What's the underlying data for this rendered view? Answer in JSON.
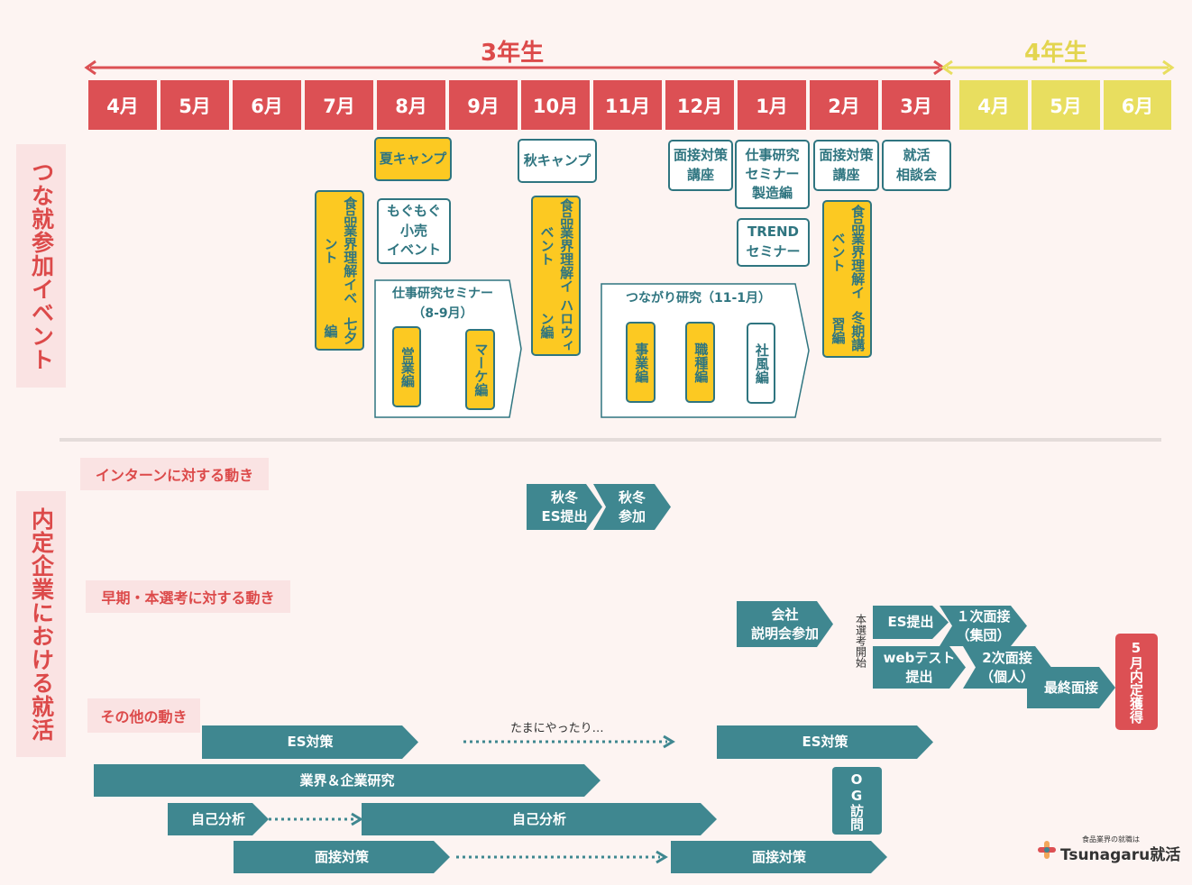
{
  "header": {
    "year3": "3年生",
    "year4": "4年生",
    "months3": [
      "4月",
      "5月",
      "6月",
      "7月",
      "8月",
      "9月",
      "10月",
      "11月",
      "12月",
      "1月",
      "2月",
      "3月"
    ],
    "months4": [
      "4月",
      "5月",
      "6月"
    ]
  },
  "sections": {
    "events_title": "つな就参加イベント",
    "offer_title": "内定企業における就活"
  },
  "events": {
    "summer_camp": "夏キャンプ",
    "mogumogu": [
      "もぐもぐ",
      "小売",
      "イベント"
    ],
    "food_tanabata": [
      "食品業界理解イベント",
      "七夕編"
    ],
    "job_seminar_title": [
      "仕事研究セミナー",
      "（8-9月）"
    ],
    "eigyo": "営業編",
    "marke": "マーケ編",
    "autumn_camp": "秋キャンプ",
    "food_halloween": [
      "食品業界理解イベント",
      "ハロウィン編"
    ],
    "interview_course_1": [
      "面接対策",
      "講座"
    ],
    "job_seminar_mfg": [
      "仕事研究",
      "セミナー",
      "製造編"
    ],
    "trend": [
      "TREND",
      "セミナー"
    ],
    "interview_course_2": [
      "面接対策",
      "講座"
    ],
    "job_consult": [
      "就活",
      "相談会"
    ],
    "food_winter": [
      "食品業界理解イベント",
      "冬期講習編"
    ],
    "tsunagari_title": "つながり研究（11-1月）",
    "jigyo": "事業編",
    "shokushu": "職種編",
    "shafu": "社風編"
  },
  "offer": {
    "intern_label": "インターンに対する動き",
    "intern_es": [
      "秋冬",
      "ES提出"
    ],
    "intern_join": [
      "秋冬",
      "参加"
    ],
    "early_label": "早期・本選考に対する動き",
    "briefing": [
      "会社",
      "説明会参加"
    ],
    "selection_start": "本選考開始",
    "es_submit": "ES提出",
    "first_interview": [
      "１次面接",
      "（集団）"
    ],
    "webtest": [
      "webテスト",
      "提出"
    ],
    "second_interview": [
      "2次面接",
      "（個人）"
    ],
    "final_interview": "最終面接",
    "offer_badge": "5月内定獲得",
    "other_label": "その他の動き",
    "es1": "ES対策",
    "occasional": "たまにやったり…",
    "es2": "ES対策",
    "industry": "業界＆企業研究",
    "og": "OG訪問",
    "self1": "自己分析",
    "self2": "自己分析",
    "interview1": "面接対策",
    "interview2": "面接対策"
  },
  "logo": {
    "tagline": "食品業界の就職は",
    "name": "Tsunagaru就活"
  },
  "colors": {
    "red": "#dc5054",
    "yellow": "#e8de5f",
    "teal": "#3f8790",
    "event_yellow": "#fcc922",
    "pink_bg": "#fae3e3"
  }
}
